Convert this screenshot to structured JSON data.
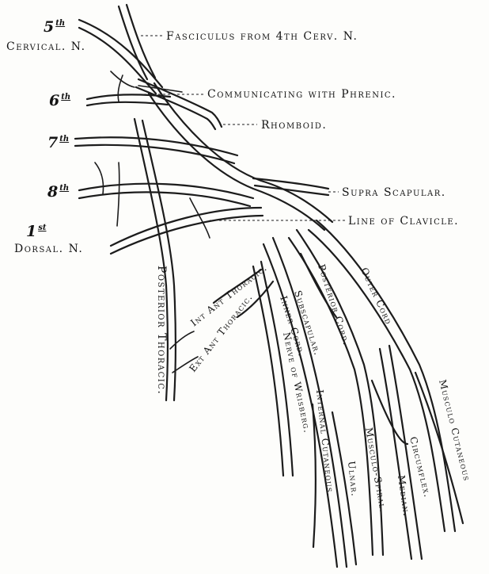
{
  "roots": {
    "c5": {
      "num": "5",
      "sup": "th",
      "name": "Cervical. N."
    },
    "c6": {
      "num": "6",
      "sup": "th"
    },
    "c7": {
      "num": "7",
      "sup": "th"
    },
    "c8": {
      "num": "8",
      "sup": "th"
    },
    "d1": {
      "num": "1",
      "sup": "st",
      "name": "Dorsal. N."
    }
  },
  "labels": {
    "fasciculus": "Fasciculus from 4th Cerv. N.",
    "communicating": "Communicating with Phrenic.",
    "rhomboid": "Rhomboid.",
    "supra_scapular": "Supra Scapular.",
    "clavicle": "Line of Clavicle.",
    "posterior_thoracic": "Posterior Thoracic.",
    "int_ant_thoracic": "Int Ant Thoracic.",
    "ext_ant_thoracic": "Ext Ant Thoracic.",
    "subscapular": "Subscapular.",
    "inner_cord": "Inner Cord.",
    "posterior_cord": "Posterior Cord.",
    "outer_cord": "Outer Cord",
    "nerve_of_wrisberg": "Nerve of Wrisberg.",
    "internal_cutaneous": "Internal Cutaneous.",
    "ulnar": "Ulnar.",
    "musculo_spiral": "Musculo-Spiral.",
    "median": "Median.",
    "circumflex": "Circumflex.",
    "musculo_cutaneous": "Musculo Cutaneous"
  }
}
